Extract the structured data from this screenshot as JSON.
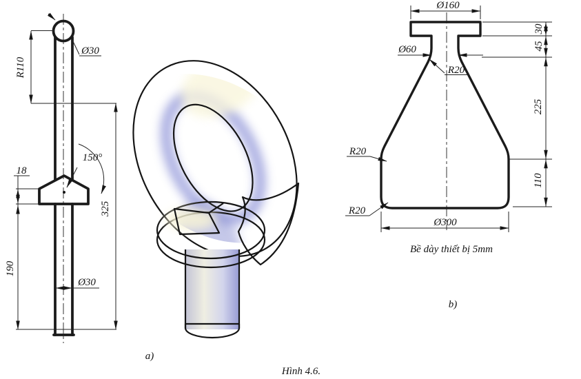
{
  "figure": {
    "caption": "Hình 4.6.",
    "part_a_label": "a)",
    "part_b_label": "b)"
  },
  "part_a": {
    "dimensions": {
      "eye_section_diameter": "Ø30",
      "eye_radius": "R110",
      "collar_rim_height": "18",
      "cone_angle": "150°",
      "length_total": "325",
      "length_lower": "190",
      "shank_diameter": "Ø30"
    }
  },
  "part_b": {
    "note": "Bề dày thiết bị 5mm",
    "dimensions": {
      "flange_diameter": "Ø160",
      "neck_diameter": "Ø60",
      "flange_thickness": "30",
      "neck_height": "45",
      "cone_height": "225",
      "base_height": "110",
      "base_diameter": "Ø300",
      "fillet_neck": "R20",
      "fillet_side": "R20",
      "fillet_bottom": "R20"
    }
  },
  "colors": {
    "line": "#1b1b1b",
    "render_cream": "#f8f5da",
    "render_periwinkle": "#8a8fd2",
    "background": "#ffffff"
  }
}
